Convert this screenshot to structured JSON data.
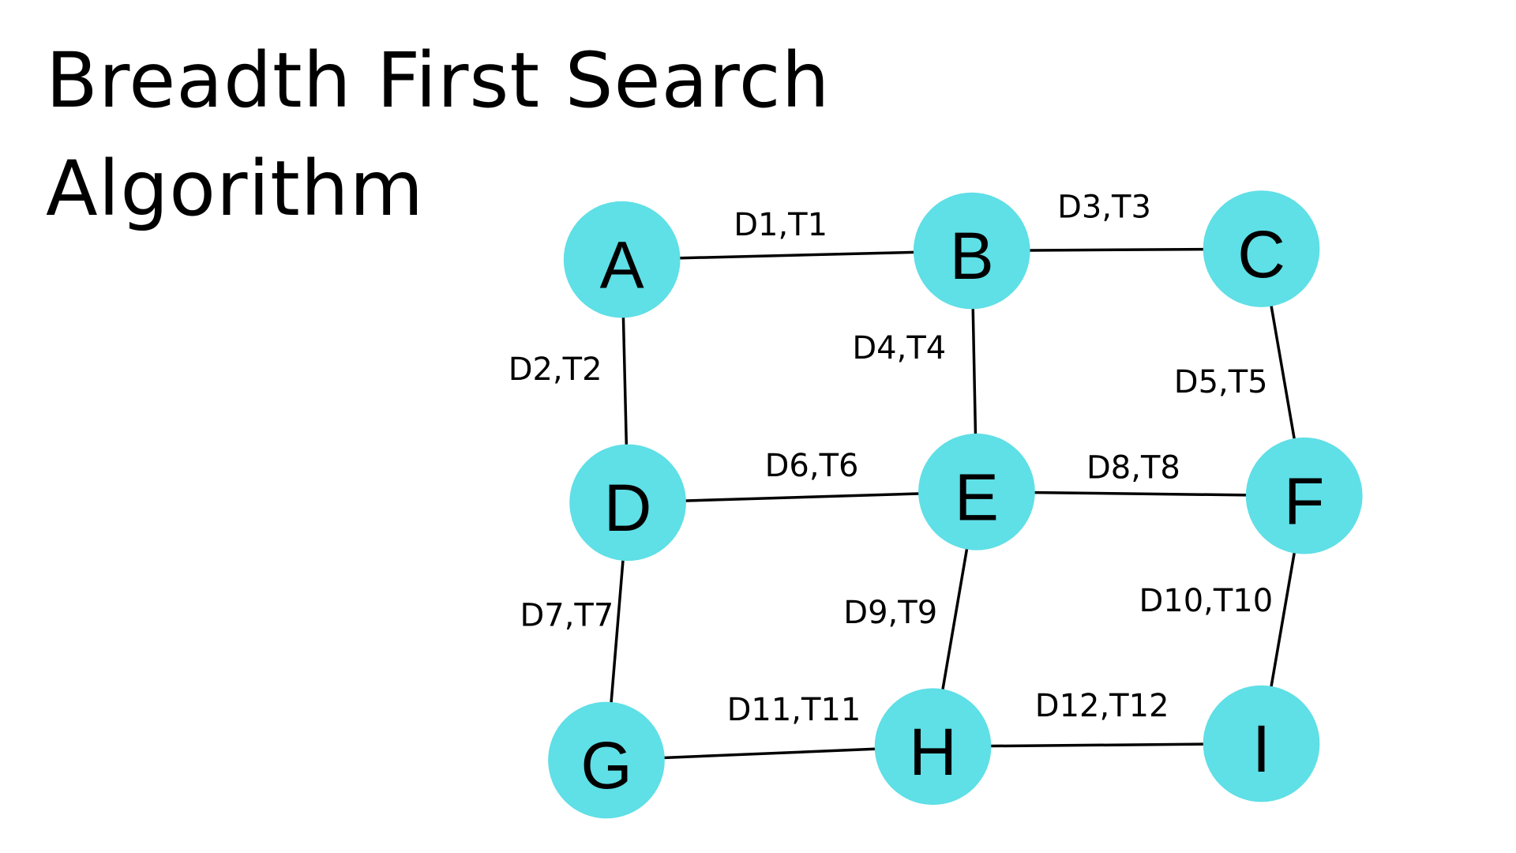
{
  "title": {
    "line1": "Breadth First Search",
    "line2": "Algorithm"
  },
  "colors": {
    "node_fill": "#5fdfe6",
    "edge_stroke": "#000000",
    "text": "#000000",
    "background": "#ffffff"
  },
  "graph": {
    "nodes": [
      {
        "id": "A",
        "label": "A"
      },
      {
        "id": "B",
        "label": "B"
      },
      {
        "id": "C",
        "label": "C"
      },
      {
        "id": "D",
        "label": "D"
      },
      {
        "id": "E",
        "label": "E"
      },
      {
        "id": "F",
        "label": "F"
      },
      {
        "id": "G",
        "label": "G"
      },
      {
        "id": "H",
        "label": "H"
      },
      {
        "id": "I",
        "label": "I"
      }
    ],
    "edges": [
      {
        "from": "A",
        "to": "B",
        "label": "D1,T1"
      },
      {
        "from": "A",
        "to": "D",
        "label": "D2,T2"
      },
      {
        "from": "B",
        "to": "C",
        "label": "D3,T3"
      },
      {
        "from": "B",
        "to": "E",
        "label": "D4,T4"
      },
      {
        "from": "C",
        "to": "F",
        "label": "D5,T5"
      },
      {
        "from": "D",
        "to": "E",
        "label": "D6,T6"
      },
      {
        "from": "D",
        "to": "G",
        "label": "D7,T7"
      },
      {
        "from": "E",
        "to": "F",
        "label": "D8,T8"
      },
      {
        "from": "E",
        "to": "H",
        "label": "D9,T9"
      },
      {
        "from": "F",
        "to": "I",
        "label": "D10,T10"
      },
      {
        "from": "G",
        "to": "H",
        "label": "D11,T11"
      },
      {
        "from": "H",
        "to": "I",
        "label": "D12,T12"
      }
    ]
  }
}
